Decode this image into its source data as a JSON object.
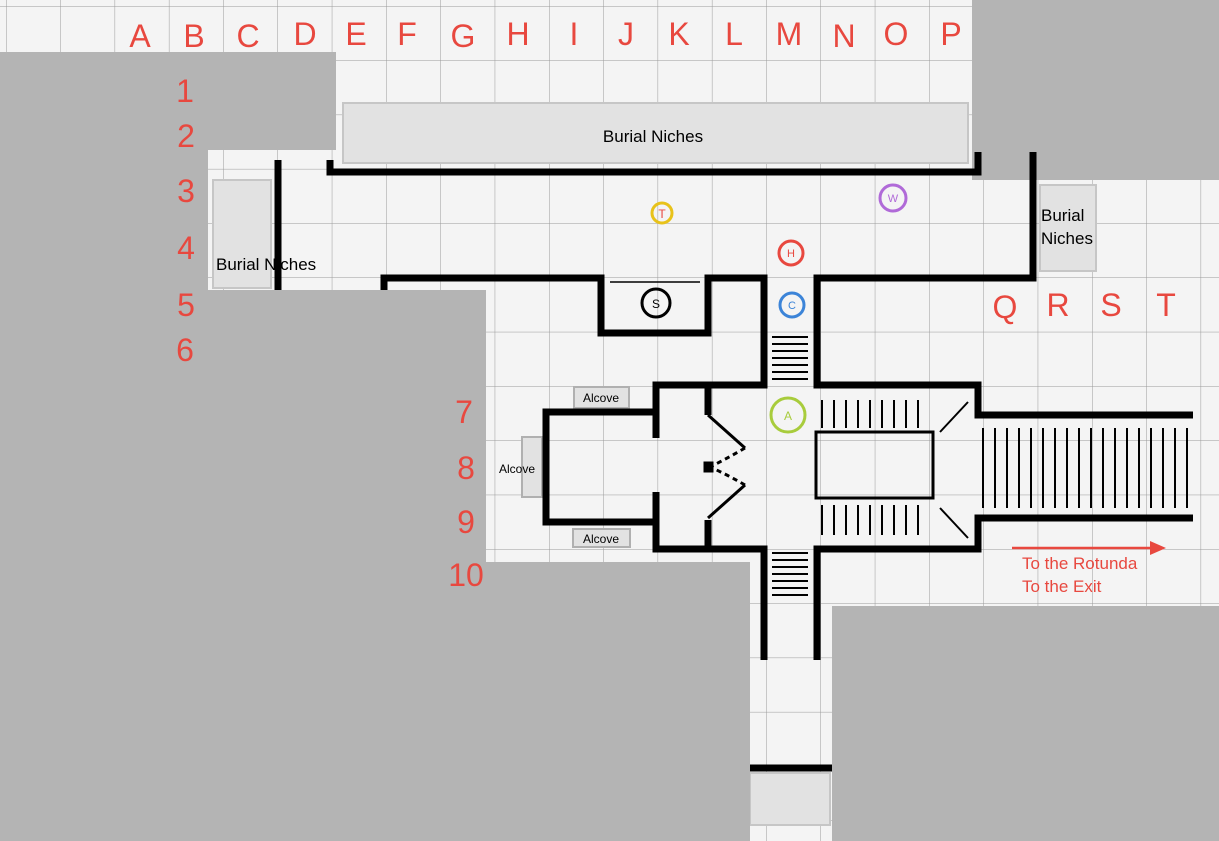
{
  "colors": {
    "grid_label": "#e8483f",
    "background": "#b4b4b4",
    "paper": "#f4f4f4",
    "grid_line": "#9a9a9a",
    "wall": "#000000",
    "niche_fill": "#e2e2e2",
    "niche_stroke": "#c6c6c6",
    "arrow": "#e8483f",
    "marker_T": "#e8c21a",
    "marker_W": "#b06ad8",
    "marker_H": "#e8483f",
    "marker_C": "#3c84d8",
    "marker_S": "#000000",
    "marker_A": "#a8cc3c"
  },
  "columns_top": [
    "A",
    "B",
    "C",
    "D",
    "E",
    "F",
    "G",
    "H",
    "I",
    "J",
    "K",
    "L",
    "M",
    "N",
    "O",
    "P"
  ],
  "columns_right": [
    "Q",
    "R",
    "S",
    "T"
  ],
  "rows_left": [
    "1",
    "2",
    "3",
    "4",
    "5",
    "6"
  ],
  "rows_mid": [
    "7",
    "8",
    "9",
    "10"
  ],
  "labels": {
    "burial_niches_top": "Burial Niches",
    "burial_niches_left": "Burial Niches",
    "burial_niches_right_line1": "Burial",
    "burial_niches_right_line2": "Niches",
    "alcove_top": "Alcove",
    "alcove_left": "Alcove",
    "alcove_bottom": "Alcove",
    "to_rotunda": "To the Rotunda",
    "to_exit": "To the Exit"
  },
  "markers": [
    {
      "id": "T",
      "label": "T",
      "color_key": "marker_T"
    },
    {
      "id": "W",
      "label": "W",
      "color_key": "marker_W"
    },
    {
      "id": "H",
      "label": "H",
      "color_key": "marker_H"
    },
    {
      "id": "C",
      "label": "C",
      "color_key": "marker_C"
    },
    {
      "id": "S",
      "label": "S",
      "color_key": "marker_S"
    },
    {
      "id": "A",
      "label": "A",
      "color_key": "marker_A"
    }
  ]
}
